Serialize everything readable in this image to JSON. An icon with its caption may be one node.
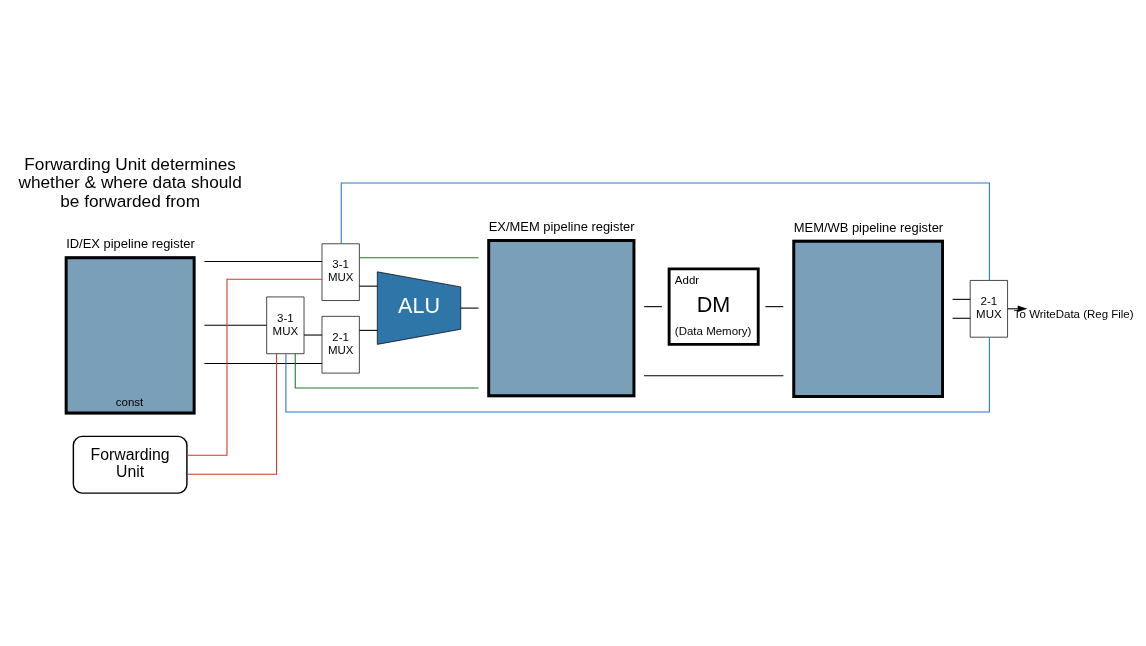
{
  "diagram": {
    "nodes": [
      {
        "text": [
          "ID/EX pipeline register",
          "const"
        ]
      },
      {
        "text": [
          "3-1 MUX"
        ]
      },
      {
        "text": [
          "3-1 MUX"
        ]
      },
      {
        "text": [
          "2-1 MUX"
        ]
      },
      {
        "text": [
          "ALU"
        ]
      },
      {
        "text": [
          "EX/MEM pipeline register"
        ]
      },
      {
        "text": [
          "Addr",
          "DM",
          "(Data Memory)"
        ]
      },
      {
        "text": [
          "MEM/WB pipeline register"
        ]
      },
      {
        "text": [
          "2-1 MUX"
        ]
      },
      {
        "text": [
          "Forwarding Unit"
        ]
      }
    ],
    "edges": [
      {
        "from": 0,
        "to": 1,
        "arrow": "none"
      },
      {
        "from": 0,
        "to": 2,
        "arrow": "none"
      },
      {
        "from": 0,
        "to": 3,
        "arrow": "none"
      },
      {
        "from": 1,
        "to": 4,
        "arrow": "none"
      },
      {
        "from": 2,
        "to": 3,
        "arrow": "none"
      },
      {
        "from": 3,
        "to": 4,
        "arrow": "none"
      },
      {
        "from": 4,
        "to": 5,
        "arrow": "none"
      },
      {
        "from": 5,
        "to": 6,
        "arrow": "none"
      },
      {
        "from": 5,
        "to": 7,
        "arrow": "none"
      },
      {
        "from": 5,
        "to": 1,
        "arrow": "none",
        "color": "#1e7a2a"
      },
      {
        "from": 5,
        "to": 2,
        "arrow": "none",
        "color": "#1e7a2a"
      },
      {
        "from": 6,
        "to": 7,
        "arrow": "none"
      },
      {
        "from": 7,
        "to": 8,
        "arrow": "none"
      },
      {
        "from": 7,
        "to": 8,
        "arrow": "none"
      },
      {
        "from": 8,
        "to": 1,
        "arrow": "none",
        "color": "#2a76d0"
      },
      {
        "from": 8,
        "to": 2,
        "arrow": "none",
        "color": "#2a76d0"
      },
      {
        "from": 8,
        "to": null,
        "arrow": "to",
        "label": "To WriteData (Reg File)"
      },
      {
        "from": 9,
        "to": 1,
        "arrow": "none",
        "color": "#d03a2a"
      },
      {
        "from": 9,
        "to": 2,
        "arrow": "none",
        "color": "#d03a2a"
      }
    ],
    "labels": [
      "Forwarding Unit determines whether & where data should be forwarded from"
    ]
  }
}
